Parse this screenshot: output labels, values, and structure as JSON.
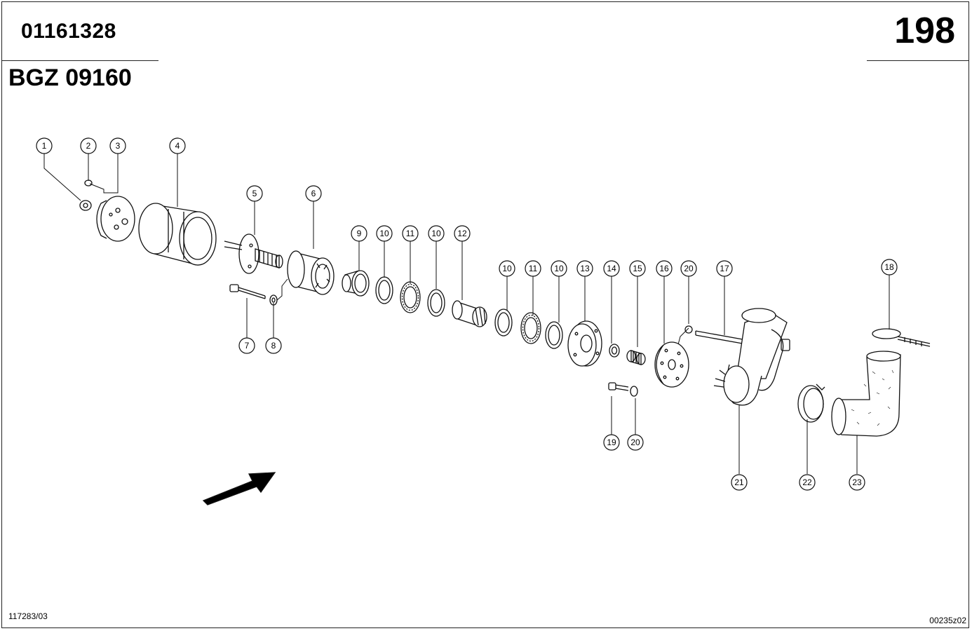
{
  "header": {
    "part_number": "01161328",
    "page_number": "198",
    "group_code": "BGZ 09160"
  },
  "footer": {
    "left_code": "117283/03",
    "right_code": "00235z02"
  },
  "callouts": [
    "1",
    "2",
    "3",
    "4",
    "5",
    "6",
    "7",
    "8",
    "9",
    "10",
    "11",
    "10",
    "12",
    "10",
    "11",
    "10",
    "13",
    "14",
    "15",
    "16",
    "20",
    "17",
    "18",
    "19",
    "20",
    "21",
    "22",
    "23"
  ]
}
